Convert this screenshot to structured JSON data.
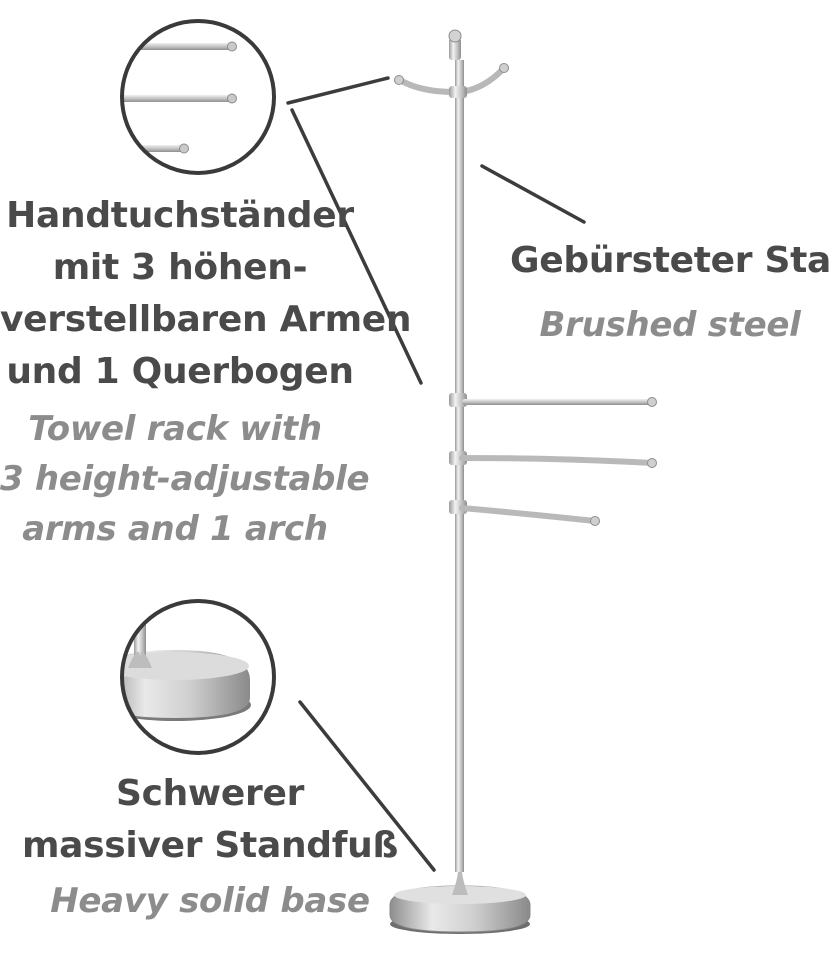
{
  "callouts": {
    "towel_rack": {
      "german_lines": [
        "Handtuchständer",
        "mit 3 höhen-",
        "verstellbaren Armen",
        "und 1 Querbogen"
      ],
      "english_lines": [
        "Towel rack with",
        "3 height-adjustable",
        "arms and 1 arch"
      ]
    },
    "material": {
      "german": "Gebürsteter Stahl",
      "english": "Brushed steel"
    },
    "base": {
      "german_lines": [
        "Schwerer",
        "massiver Standfuß"
      ],
      "english": "Heavy solid base"
    }
  },
  "colors": {
    "german_text": "#4a4a4a",
    "english_text": "#8c8c8c",
    "leader_lines": "#3c3c3c",
    "circle_border": "#3a3a3a",
    "steel": "#c9c9c9"
  },
  "icons": {
    "product": "towel-stand-illustration",
    "zoom_arms": "arms-detail-magnifier",
    "zoom_base": "base-detail-magnifier"
  }
}
